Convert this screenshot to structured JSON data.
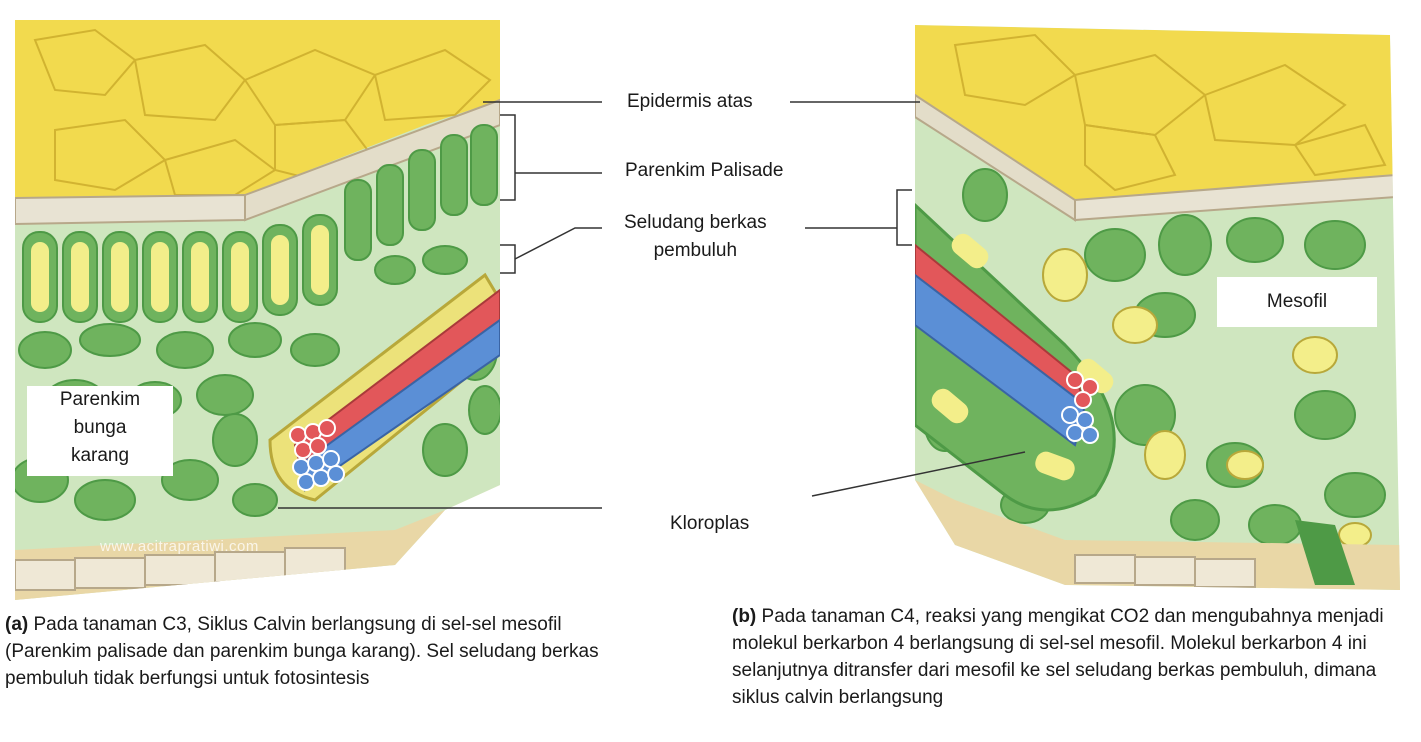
{
  "labels": {
    "epidermis_atas": "Epidermis atas",
    "parenkim_palisade": "Parenkim Palisade",
    "seludang_line1": "Seludang berkas",
    "seludang_line2": "pembuluh",
    "kloroplas": "Kloroplas",
    "bunga_karang_line1": "Parenkim",
    "bunga_karang_line2": "bunga",
    "bunga_karang_line3": "karang",
    "mesofil": "Mesofil"
  },
  "watermark": "www.acitrapratiwi.com",
  "caption_a": {
    "marker": "(a)",
    "text": " Pada tanaman C3, Siklus Calvin berlangsung di sel-sel mesofil (Parenkim palisade dan parenkim bunga karang). Sel seludang berkas pembuluh tidak berfungsi untuk fotosintesis"
  },
  "caption_b": {
    "marker": "(b)",
    "text": " Pada tanaman C4, reaksi yang mengikat CO2 dan mengubahnya menjadi molekul berkarbon 4 berlangsung di sel-sel mesofil. Molekul berkarbon 4 ini selanjutnya ditransfer dari mesofil ke sel seludang berkas pembuluh, dimana siklus calvin berlangsung"
  },
  "colors": {
    "epidermis_top": "#f2da4e",
    "epidermis_cell_line": "#c9a92a",
    "mesophyll_bg": "#cfe6bf",
    "cell_green": "#6fb35e",
    "cell_green_dark": "#4e9a46",
    "palisade_inner": "#f3ee8a",
    "xylem_red": "#e2575a",
    "phloem_blue": "#5b8fd6",
    "sheath_yellow": "#ece27a",
    "lower_epidermis": "#e9d7a6",
    "leader_line": "#333333"
  }
}
